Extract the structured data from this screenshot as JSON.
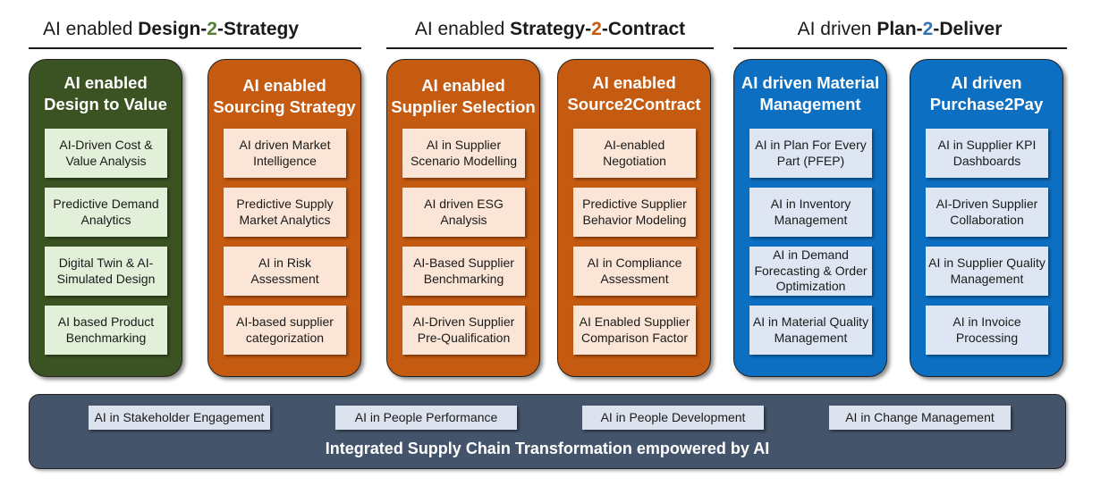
{
  "headers": [
    {
      "prefix": "AI enabled ",
      "part1": "Design",
      "dash1": "-",
      "num": "2",
      "num_color": "#548235",
      "dash2": "-",
      "part2": "Strategy"
    },
    {
      "prefix": "AI enabled ",
      "part1": "Strategy",
      "dash1": "-",
      "num": "2",
      "num_color": "#c55a11",
      "dash2": "-",
      "part2": "Contract"
    },
    {
      "prefix": "AI driven ",
      "part1": "Plan",
      "dash1": "-",
      "num": "2",
      "num_color": "#2e75b6",
      "dash2": "-",
      "part2": "Deliver"
    }
  ],
  "columns": [
    {
      "title": "AI enabled\nDesign to Value",
      "color": "green",
      "items": [
        "AI-Driven Cost &\nValue Analysis",
        "Predictive Demand\nAnalytics",
        "Digital Twin & AI-\nSimulated Design",
        "AI based Product\nBenchmarking"
      ]
    },
    {
      "title": "AI enabled\nSourcing Strategy",
      "color": "orange",
      "items": [
        "AI driven Market\nIntelligence",
        "Predictive Supply\nMarket Analytics",
        "AI in Risk\nAssessment",
        "AI-based supplier\ncategorization"
      ]
    },
    {
      "title": "AI enabled\nSupplier Selection",
      "color": "orange",
      "items": [
        "AI in Supplier\nScenario Modelling",
        "AI driven ESG\nAnalysis",
        "AI-Based Supplier\nBenchmarking",
        "AI-Driven Supplier\nPre-Qualification"
      ]
    },
    {
      "title": "AI enabled\nSource2Contract",
      "color": "orange",
      "items": [
        "AI-enabled\nNegotiation",
        "Predictive Supplier\nBehavior Modeling",
        "AI in Compliance\nAssessment",
        "AI Enabled Supplier\nComparison Factor"
      ]
    },
    {
      "title": "AI driven Material\nManagement",
      "color": "blue",
      "items": [
        "AI in Plan For Every\nPart (PFEP)",
        "AI in Inventory\nManagement",
        "AI in Demand\nForecasting & Order\nOptimization",
        "AI in Material Quality\nManagement"
      ]
    },
    {
      "title": "AI driven\nPurchase2Pay",
      "color": "blue",
      "items": [
        "AI in Supplier KPI\nDashboards",
        "AI-Driven Supplier\nCollaboration",
        "AI in Supplier Quality\nManagement",
        "AI in Invoice\nProcessing"
      ]
    }
  ],
  "bottom": {
    "pills": [
      "AI in Stakeholder Engagement",
      "AI in People Performance",
      "AI in People Development",
      "AI in Change Management"
    ],
    "title": "Integrated Supply Chain Transformation empowered by AI"
  }
}
